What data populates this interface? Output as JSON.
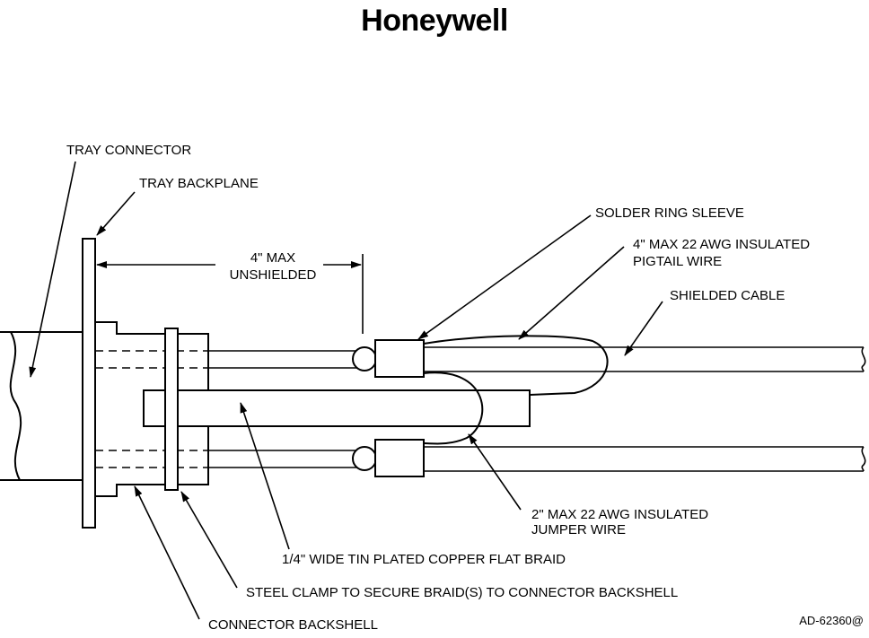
{
  "brand": {
    "logo_text": "Honeywell"
  },
  "labels": {
    "tray_connector": "TRAY CONNECTOR",
    "tray_backplane": "TRAY BACKPLANE",
    "max_unshielded_line1": "4\" MAX",
    "max_unshielded_line2": "UNSHIELDED",
    "solder_ring_sleeve": "SOLDER RING SLEEVE",
    "pigtail_line1": "4\" MAX 22 AWG INSULATED",
    "pigtail_line2": "PIGTAIL WIRE",
    "shielded_cable": "SHIELDED CABLE",
    "jumper_line1": "2\" MAX 22 AWG INSULATED",
    "jumper_line2": "JUMPER WIRE",
    "flat_braid": "1/4\" WIDE TIN PLATED COPPER FLAT BRAID",
    "steel_clamp": "STEEL CLAMP TO SECURE BRAID(S) TO CONNECTOR BACKSHELL",
    "connector_backshell": "CONNECTOR BACKSHELL",
    "drawing_number": "AD-62360@"
  }
}
